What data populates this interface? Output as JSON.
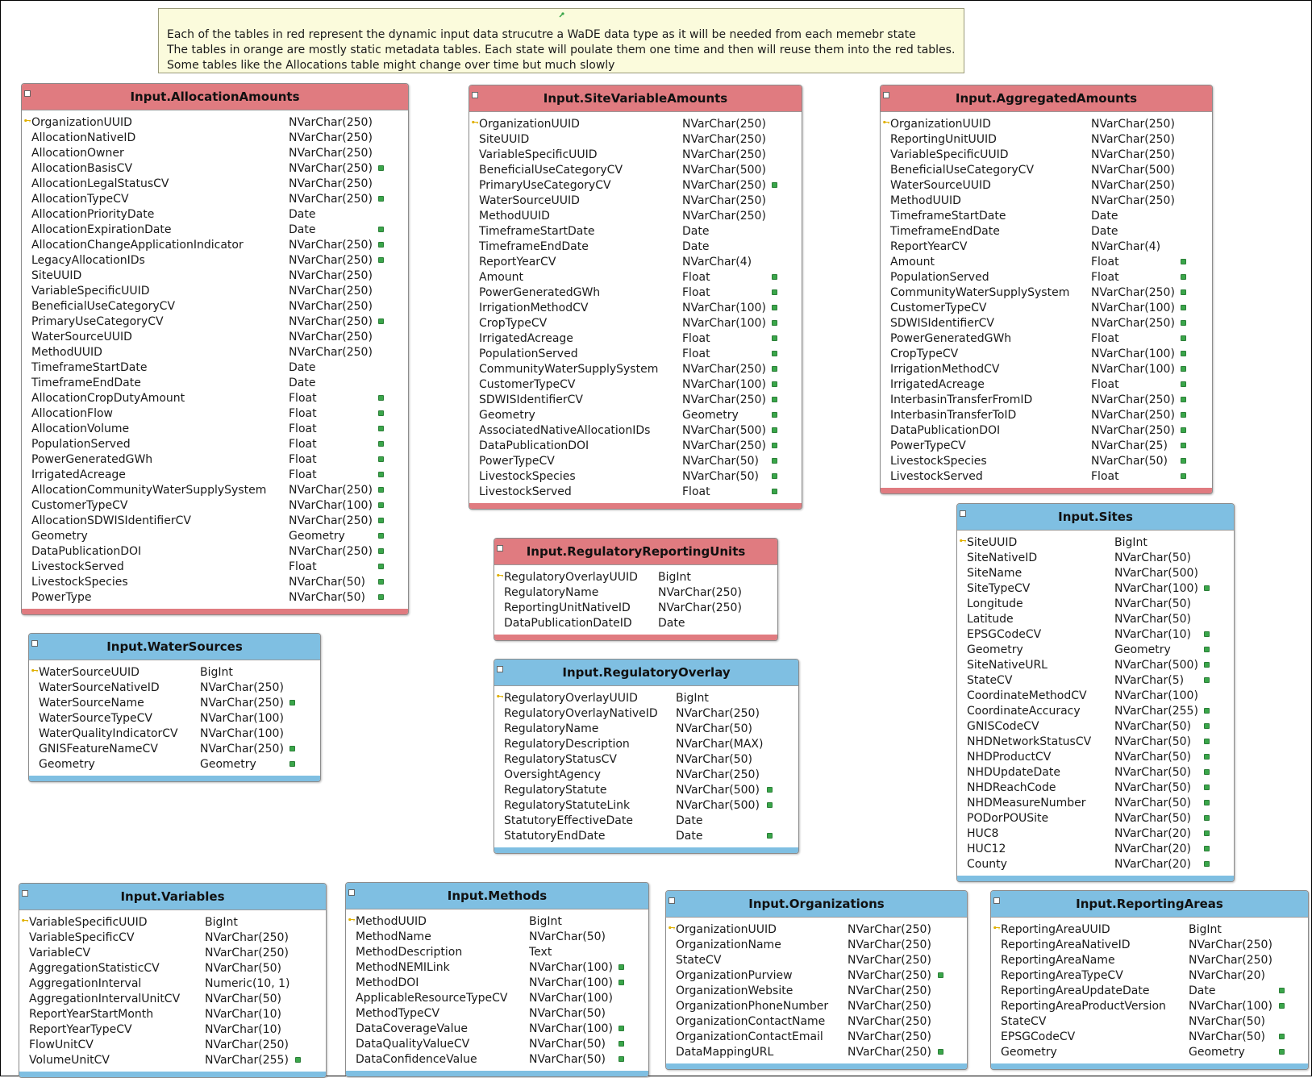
{
  "note": {
    "lines": [
      "Each of the tables in red represent the dynamic input data strucutre a WaDE data type as it will be needed from each memebr state",
      "The tables in orange are mostly static metadata tables. Each state will poulate them one time and then will reuse them into the red tables.",
      "Some tables like the Allocations table might change over time but much slowly"
    ]
  },
  "colors": {
    "red_table": "#e07b80",
    "blue_table": "#7fbfe2",
    "nullable_marker": "#3aa64a",
    "key_marker": "#e0b000"
  },
  "tables": [
    {
      "id": "allocation-amounts",
      "title": "Input.AllocationAmounts",
      "color": "red",
      "columns": [
        [
          "OrganizationUUID",
          "NVarChar(250)",
          0,
          1
        ],
        [
          "AllocationNativeID",
          "NVarChar(250)",
          0,
          0
        ],
        [
          "AllocationOwner",
          "NVarChar(250)",
          0,
          0
        ],
        [
          "AllocationBasisCV",
          "NVarChar(250)",
          1,
          0
        ],
        [
          "AllocationLegalStatusCV",
          "NVarChar(250)",
          0,
          0
        ],
        [
          "AllocationTypeCV",
          "NVarChar(250)",
          1,
          0
        ],
        [
          "AllocationPriorityDate",
          "Date",
          0,
          0
        ],
        [
          "AllocationExpirationDate",
          "Date",
          1,
          0
        ],
        [
          "AllocationChangeApplicationIndicator",
          "NVarChar(250)",
          1,
          0
        ],
        [
          "LegacyAllocationIDs",
          "NVarChar(250)",
          1,
          0
        ],
        [
          "SiteUUID",
          "NVarChar(250)",
          0,
          0
        ],
        [
          "VariableSpecificUUID",
          "NVarChar(250)",
          0,
          0
        ],
        [
          "BeneficialUseCategoryCV",
          "NVarChar(250)",
          0,
          0
        ],
        [
          "PrimaryUseCategoryCV",
          "NVarChar(250)",
          1,
          0
        ],
        [
          "WaterSourceUUID",
          "NVarChar(250)",
          0,
          0
        ],
        [
          "MethodUUID",
          "NVarChar(250)",
          0,
          0
        ],
        [
          "TimeframeStartDate",
          "Date",
          0,
          0
        ],
        [
          "TimeframeEndDate",
          "Date",
          0,
          0
        ],
        [
          "AllocationCropDutyAmount",
          "Float",
          1,
          0
        ],
        [
          "AllocationFlow",
          "Float",
          1,
          0
        ],
        [
          "AllocationVolume",
          "Float",
          1,
          0
        ],
        [
          "PopulationServed",
          "Float",
          1,
          0
        ],
        [
          "PowerGeneratedGWh",
          "Float",
          1,
          0
        ],
        [
          "IrrigatedAcreage",
          "Float",
          1,
          0
        ],
        [
          "AllocationCommunityWaterSupplySystem",
          "NVarChar(250)",
          1,
          0
        ],
        [
          "CustomerTypeCV",
          "NVarChar(100)",
          1,
          0
        ],
        [
          "AllocationSDWISIdentifierCV",
          "NVarChar(250)",
          1,
          0
        ],
        [
          "Geometry",
          "Geometry",
          1,
          0
        ],
        [
          "DataPublicationDOI",
          "NVarChar(250)",
          1,
          0
        ],
        [
          "LivestockServed",
          "Float",
          1,
          0
        ],
        [
          "LivestockSpecies",
          "NVarChar(50)",
          1,
          0
        ],
        [
          "PowerType",
          "NVarChar(50)",
          1,
          0
        ]
      ]
    },
    {
      "id": "site-variable-amounts",
      "title": "Input.SiteVariableAmounts",
      "color": "red",
      "columns": [
        [
          "OrganizationUUID",
          "NVarChar(250)",
          0,
          1
        ],
        [
          "SiteUUID",
          "NVarChar(250)",
          0,
          0
        ],
        [
          "VariableSpecificUUID",
          "NVarChar(250)",
          0,
          0
        ],
        [
          "BeneficialUseCategoryCV",
          "NVarChar(500)",
          0,
          0
        ],
        [
          "PrimaryUseCategoryCV",
          "NVarChar(250)",
          1,
          0
        ],
        [
          "WaterSourceUUID",
          "NVarChar(250)",
          0,
          0
        ],
        [
          "MethodUUID",
          "NVarChar(250)",
          0,
          0
        ],
        [
          "TimeframeStartDate",
          "Date",
          0,
          0
        ],
        [
          "TimeframeEndDate",
          "Date",
          0,
          0
        ],
        [
          "ReportYearCV",
          "NVarChar(4)",
          0,
          0
        ],
        [
          "Amount",
          "Float",
          1,
          0
        ],
        [
          "PowerGeneratedGWh",
          "Float",
          1,
          0
        ],
        [
          "IrrigationMethodCV",
          "NVarChar(100)",
          1,
          0
        ],
        [
          "CropTypeCV",
          "NVarChar(100)",
          1,
          0
        ],
        [
          "IrrigatedAcreage",
          "Float",
          1,
          0
        ],
        [
          "PopulationServed",
          "Float",
          1,
          0
        ],
        [
          "CommunityWaterSupplySystem",
          "NVarChar(250)",
          1,
          0
        ],
        [
          "CustomerTypeCV",
          "NVarChar(100)",
          1,
          0
        ],
        [
          "SDWISIdentifierCV",
          "NVarChar(250)",
          1,
          0
        ],
        [
          "Geometry",
          "Geometry",
          1,
          0
        ],
        [
          "AssociatedNativeAllocationIDs",
          "NVarChar(500)",
          1,
          0
        ],
        [
          "DataPublicationDOI",
          "NVarChar(250)",
          1,
          0
        ],
        [
          "PowerTypeCV",
          "NVarChar(50)",
          1,
          0
        ],
        [
          "LivestockSpecies",
          "NVarChar(50)",
          1,
          0
        ],
        [
          "LivestockServed",
          "Float",
          1,
          0
        ]
      ]
    },
    {
      "id": "aggregated-amounts",
      "title": "Input.AggregatedAmounts",
      "color": "red",
      "columns": [
        [
          "OrganizationUUID",
          "NVarChar(250)",
          0,
          1
        ],
        [
          "ReportingUnitUUID",
          "NVarChar(250)",
          0,
          0
        ],
        [
          "VariableSpecificUUID",
          "NVarChar(250)",
          0,
          0
        ],
        [
          "BeneficialUseCategoryCV",
          "NVarChar(500)",
          0,
          0
        ],
        [
          "WaterSourceUUID",
          "NVarChar(250)",
          0,
          0
        ],
        [
          "MethodUUID",
          "NVarChar(250)",
          0,
          0
        ],
        [
          "TimeframeStartDate",
          "Date",
          0,
          0
        ],
        [
          "TimeframeEndDate",
          "Date",
          0,
          0
        ],
        [
          "ReportYearCV",
          "NVarChar(4)",
          0,
          0
        ],
        [
          "Amount",
          "Float",
          1,
          0
        ],
        [
          "PopulationServed",
          "Float",
          1,
          0
        ],
        [
          "CommunityWaterSupplySystem",
          "NVarChar(250)",
          1,
          0
        ],
        [
          "CustomerTypeCV",
          "NVarChar(100)",
          1,
          0
        ],
        [
          "SDWISIdentifierCV",
          "NVarChar(250)",
          1,
          0
        ],
        [
          "PowerGeneratedGWh",
          "Float",
          1,
          0
        ],
        [
          "CropTypeCV",
          "NVarChar(100)",
          1,
          0
        ],
        [
          "IrrigationMethodCV",
          "NVarChar(100)",
          1,
          0
        ],
        [
          "IrrigatedAcreage",
          "Float",
          1,
          0
        ],
        [
          "InterbasinTransferFromID",
          "NVarChar(250)",
          1,
          0
        ],
        [
          "InterbasinTransferToID",
          "NVarChar(250)",
          1,
          0
        ],
        [
          "DataPublicationDOI",
          "NVarChar(250)",
          1,
          0
        ],
        [
          "PowerTypeCV",
          "NVarChar(25)",
          1,
          0
        ],
        [
          "LivestockSpecies",
          "NVarChar(50)",
          1,
          0
        ],
        [
          "LivestockServed",
          "Float",
          1,
          0
        ]
      ]
    },
    {
      "id": "regulatory-reporting-units",
      "title": "Input.RegulatoryReportingUnits",
      "color": "red",
      "columns": [
        [
          "RegulatoryOverlayUUID",
          "BigInt",
          0,
          1
        ],
        [
          "RegulatoryName",
          "NVarChar(250)",
          0,
          0
        ],
        [
          "ReportingUnitNativeID",
          "NVarChar(250)",
          0,
          0
        ],
        [
          "DataPublicationDateID",
          "Date",
          0,
          0
        ]
      ]
    },
    {
      "id": "sites",
      "title": "Input.Sites",
      "color": "blue",
      "columns": [
        [
          "SiteUUID",
          "BigInt",
          0,
          1
        ],
        [
          "SiteNativeID",
          "NVarChar(50)",
          0,
          0
        ],
        [
          "SiteName",
          "NVarChar(500)",
          0,
          0
        ],
        [
          "SiteTypeCV",
          "NVarChar(100)",
          1,
          0
        ],
        [
          "Longitude",
          "NVarChar(50)",
          0,
          0
        ],
        [
          "Latitude",
          "NVarChar(50)",
          0,
          0
        ],
        [
          "EPSGCodeCV",
          "NVarChar(10)",
          1,
          0
        ],
        [
          "Geometry",
          "Geometry",
          1,
          0
        ],
        [
          "SiteNativeURL",
          "NVarChar(500)",
          1,
          0
        ],
        [
          "StateCV",
          "NVarChar(5)",
          1,
          0
        ],
        [
          "CoordinateMethodCV",
          "NVarChar(100)",
          0,
          0
        ],
        [
          "CoordinateAccuracy",
          "NVarChar(255)",
          1,
          0
        ],
        [
          "GNISCodeCV",
          "NVarChar(50)",
          1,
          0
        ],
        [
          "NHDNetworkStatusCV",
          "NVarChar(50)",
          1,
          0
        ],
        [
          "NHDProductCV",
          "NVarChar(50)",
          1,
          0
        ],
        [
          "NHDUpdateDate",
          "NVarChar(50)",
          1,
          0
        ],
        [
          "NHDReachCode",
          "NVarChar(50)",
          1,
          0
        ],
        [
          "NHDMeasureNumber",
          "NVarChar(50)",
          1,
          0
        ],
        [
          "PODorPOUSite",
          "NVarChar(50)",
          1,
          0
        ],
        [
          "HUC8",
          "NVarChar(20)",
          1,
          0
        ],
        [
          "HUC12",
          "NVarChar(20)",
          1,
          0
        ],
        [
          "County",
          "NVarChar(20)",
          1,
          0
        ]
      ]
    },
    {
      "id": "water-sources",
      "title": "Input.WaterSources",
      "color": "blue",
      "columns": [
        [
          "WaterSourceUUID",
          "BigInt",
          0,
          1
        ],
        [
          "WaterSourceNativeID",
          "NVarChar(250)",
          0,
          0
        ],
        [
          "WaterSourceName",
          "NVarChar(250)",
          1,
          0
        ],
        [
          "WaterSourceTypeCV",
          "NVarChar(100)",
          0,
          0
        ],
        [
          "WaterQualityIndicatorCV",
          "NVarChar(100)",
          0,
          0
        ],
        [
          "GNISFeatureNameCV",
          "NVarChar(250)",
          1,
          0
        ],
        [
          "Geometry",
          "Geometry",
          1,
          0
        ]
      ]
    },
    {
      "id": "regulatory-overlay",
      "title": "Input.RegulatoryOverlay",
      "color": "blue",
      "columns": [
        [
          "RegulatoryOverlayUUID",
          "BigInt",
          0,
          1
        ],
        [
          "RegulatoryOverlayNativeID",
          "NVarChar(250)",
          0,
          0
        ],
        [
          "RegulatoryName",
          "NVarChar(50)",
          0,
          0
        ],
        [
          "RegulatoryDescription",
          "NVarChar(MAX)",
          0,
          0
        ],
        [
          "RegulatoryStatusCV",
          "NVarChar(50)",
          0,
          0
        ],
        [
          "OversightAgency",
          "NVarChar(250)",
          0,
          0
        ],
        [
          "RegulatoryStatute",
          "NVarChar(500)",
          1,
          0
        ],
        [
          "RegulatoryStatuteLink",
          "NVarChar(500)",
          1,
          0
        ],
        [
          "StatutoryEffectiveDate",
          "Date",
          0,
          0
        ],
        [
          "StatutoryEndDate",
          "Date",
          1,
          0
        ]
      ]
    },
    {
      "id": "variables",
      "title": "Input.Variables",
      "color": "blue",
      "columns": [
        [
          "VariableSpecificUUID",
          "BigInt",
          0,
          1
        ],
        [
          "VariableSpecificCV",
          "NVarChar(250)",
          0,
          0
        ],
        [
          "VariableCV",
          "NVarChar(250)",
          0,
          0
        ],
        [
          "AggregationStatisticCV",
          "NVarChar(50)",
          0,
          0
        ],
        [
          "AggregationInterval",
          "Numeric(10, 1)",
          0,
          0
        ],
        [
          "AggregationIntervalUnitCV",
          "NVarChar(50)",
          0,
          0
        ],
        [
          "ReportYearStartMonth",
          "NVarChar(10)",
          0,
          0
        ],
        [
          "ReportYearTypeCV",
          "NVarChar(10)",
          0,
          0
        ],
        [
          "FlowUnitCV",
          "NVarChar(250)",
          0,
          0
        ],
        [
          "VolumeUnitCV",
          "NVarChar(255)",
          1,
          0
        ]
      ]
    },
    {
      "id": "methods",
      "title": "Input.Methods",
      "color": "blue",
      "columns": [
        [
          "MethodUUID",
          "BigInt",
          0,
          1
        ],
        [
          "MethodName",
          "NVarChar(50)",
          0,
          0
        ],
        [
          "MethodDescription",
          "Text",
          0,
          0
        ],
        [
          "MethodNEMILink",
          "NVarChar(100)",
          1,
          0
        ],
        [
          "MethodDOI",
          "NVarChar(100)",
          1,
          0
        ],
        [
          "ApplicableResourceTypeCV",
          "NVarChar(100)",
          0,
          0
        ],
        [
          "MethodTypeCV",
          "NVarChar(50)",
          0,
          0
        ],
        [
          "DataCoverageValue",
          "NVarChar(100)",
          1,
          0
        ],
        [
          "DataQualityValueCV",
          "NVarChar(50)",
          1,
          0
        ],
        [
          "DataConfidenceValue",
          "NVarChar(50)",
          1,
          0
        ]
      ]
    },
    {
      "id": "organizations",
      "title": "Input.Organizations",
      "color": "blue",
      "columns": [
        [
          "OrganizationUUID",
          "NVarChar(250)",
          0,
          1
        ],
        [
          "OrganizationName",
          "NVarChar(250)",
          0,
          0
        ],
        [
          "StateCV",
          "NVarChar(250)",
          0,
          0
        ],
        [
          "OrganizationPurview",
          "NVarChar(250)",
          1,
          0
        ],
        [
          "OrganizationWebsite",
          "NVarChar(250)",
          0,
          0
        ],
        [
          "OrganizationPhoneNumber",
          "NVarChar(250)",
          0,
          0
        ],
        [
          "OrganizationContactName",
          "NVarChar(250)",
          0,
          0
        ],
        [
          "OrganizationContactEmail",
          "NVarChar(250)",
          0,
          0
        ],
        [
          "DataMappingURL",
          "NVarChar(250)",
          1,
          0
        ]
      ]
    },
    {
      "id": "reporting-areas",
      "title": "Input.ReportingAreas",
      "color": "blue",
      "columns": [
        [
          "ReportingAreaUUID",
          "BigInt",
          0,
          1
        ],
        [
          "ReportingAreaNativeID",
          "NVarChar(250)",
          0,
          0
        ],
        [
          "ReportingAreaName",
          "NVarChar(250)",
          0,
          0
        ],
        [
          "ReportingAreaTypeCV",
          "NVarChar(20)",
          0,
          0
        ],
        [
          "ReportingAreaUpdateDate",
          "Date",
          1,
          0
        ],
        [
          "ReportingAreaProductVersion",
          "NVarChar(100)",
          1,
          0
        ],
        [
          "StateCV",
          "NVarChar(50)",
          0,
          0
        ],
        [
          "EPSGCodeCV",
          "NVarChar(50)",
          1,
          0
        ],
        [
          "Geometry",
          "Geometry",
          1,
          0
        ]
      ]
    }
  ]
}
